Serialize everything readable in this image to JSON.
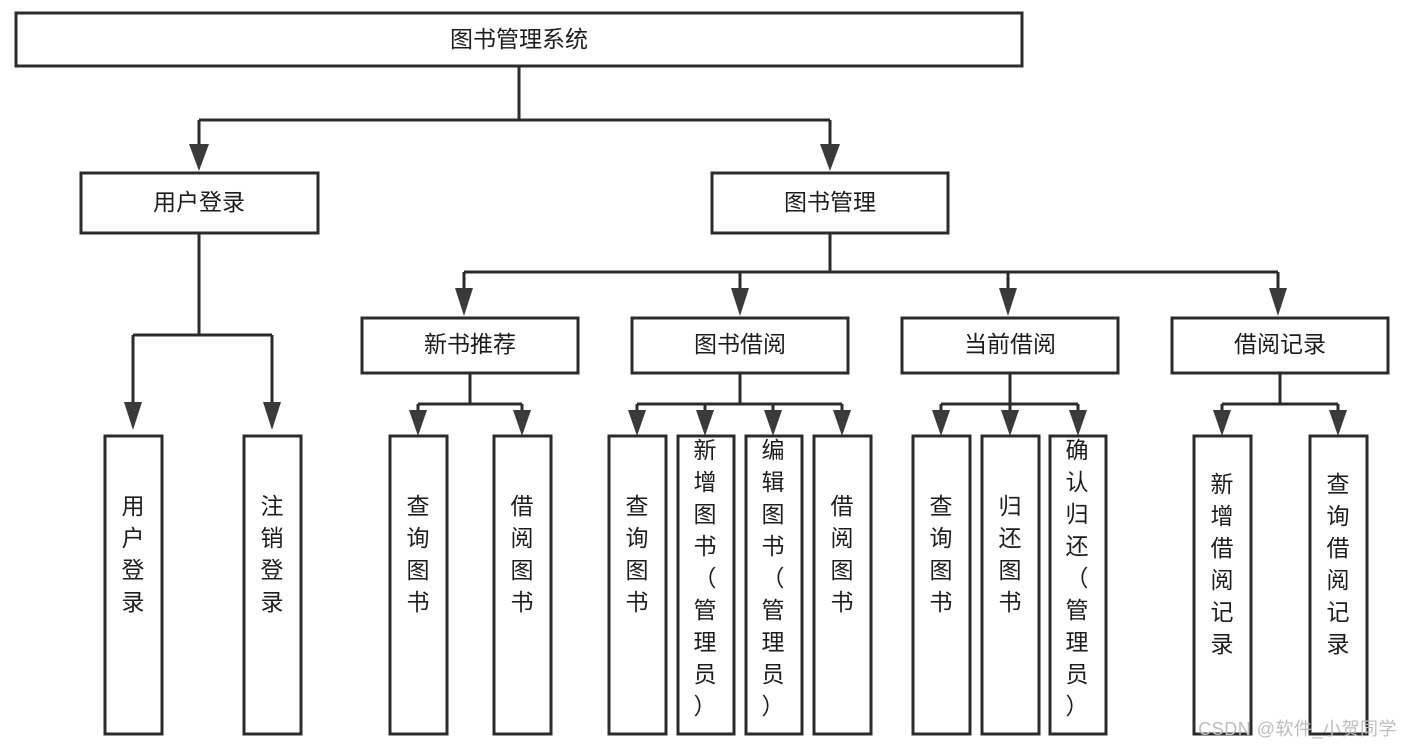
{
  "diagram": {
    "type": "hierarchy-tree",
    "title": "图书管理系统",
    "watermark": "CSDN @软件_小贺同学",
    "colors": {
      "box_stroke": "#2b2b2b",
      "box_fill": "#ffffff",
      "connector": "#2b2b2b",
      "arrow": "#3a3a3a",
      "text": "#1d1d1d",
      "watermark": "#bdbdbd"
    },
    "levels": {
      "root": {
        "label": "图书管理系统"
      },
      "level2": [
        {
          "label": "用户登录"
        },
        {
          "label": "图书管理"
        }
      ],
      "level3": [
        {
          "label": "新书推荐"
        },
        {
          "label": "图书借阅"
        },
        {
          "label": "当前借阅"
        },
        {
          "label": "借阅记录"
        }
      ],
      "leaves_user_login": [
        {
          "label": "用户登录"
        },
        {
          "label": "注销登录"
        }
      ],
      "leaves_new_book": [
        {
          "label": "查询图书"
        },
        {
          "label": "借阅图书"
        }
      ],
      "leaves_borrow": [
        {
          "label": "查询图书"
        },
        {
          "label": "新增图书（管理员）"
        },
        {
          "label": "编辑图书（管理员）"
        },
        {
          "label": "借阅图书"
        }
      ],
      "leaves_current": [
        {
          "label": "查询图书"
        },
        {
          "label": "归还图书"
        },
        {
          "label": "确认归还（管理员）"
        }
      ],
      "leaves_records": [
        {
          "label": "新增借阅记录"
        },
        {
          "label": "查询借阅记录"
        }
      ]
    }
  }
}
